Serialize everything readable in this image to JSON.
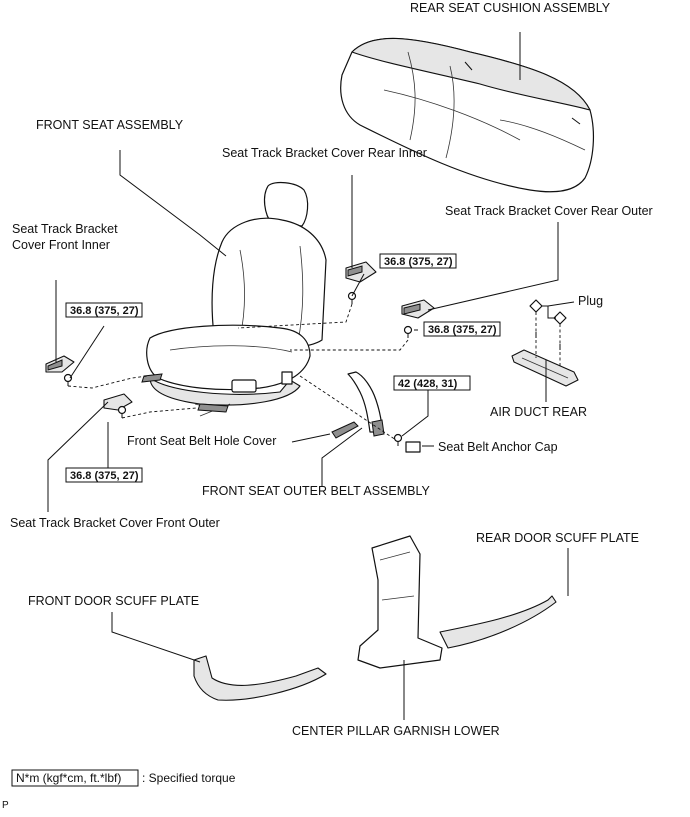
{
  "labels": {
    "rear_seat_cushion": "REAR SEAT CUSHION ASSEMBLY",
    "front_seat": "FRONT SEAT ASSEMBLY",
    "cover_rear_inner": "Seat Track Bracket Cover Rear Inner",
    "cover_rear_outer": "Seat Track Bracket Cover Rear Outer",
    "cover_front_inner_1": "Seat Track Bracket",
    "cover_front_inner_2": "Cover Front Inner",
    "plug": "Plug",
    "air_duct_rear": "AIR DUCT REAR",
    "belt_hole_cover": "Front Seat Belt Hole Cover",
    "belt_anchor_cap": "Seat Belt Anchor Cap",
    "outer_belt": "FRONT SEAT OUTER BELT ASSEMBLY",
    "cover_front_outer": "Seat Track Bracket Cover Front Outer",
    "rear_door_scuff": "REAR DOOR SCUFF PLATE",
    "front_door_scuff": "FRONT DOOR SCUFF PLATE",
    "center_pillar": "CENTER PILLAR GARNISH LOWER"
  },
  "torques": {
    "rear_inner": "36.8 (375, 27)",
    "rear_outer": "36.8 (375, 27)",
    "front_inner": "36.8 (375, 27)",
    "front_outer": "36.8 (375, 27)",
    "belt_anchor": "42 (428, 31)"
  },
  "legend": {
    "unit": "N*m (kgf*cm, ft.*lbf)",
    "text": ": Specified torque"
  },
  "code": "P"
}
